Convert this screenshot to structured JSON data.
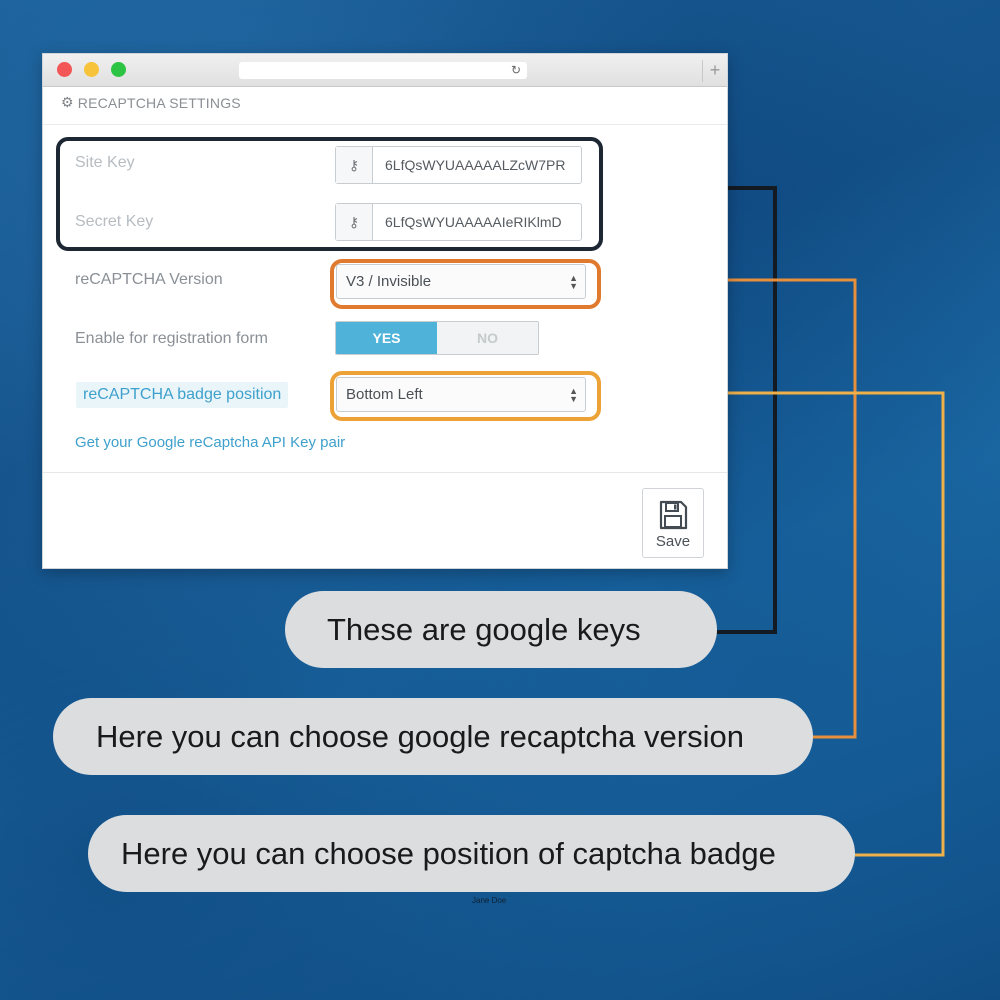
{
  "browser": {
    "reload_icon": "reload-icon",
    "new_tab_icon": "plus-icon",
    "new_tab_label": "+"
  },
  "panel": {
    "title": "RECAPTCHA SETTINGS",
    "title_icon": "gears-icon"
  },
  "fields": {
    "site_key": {
      "label": "Site Key",
      "value": "6LfQsWYUAAAAALZcW7PR",
      "icon": "key-icon"
    },
    "secret_key": {
      "label": "Secret Key",
      "value": "6LfQsWYUAAAAAIeRIKlmD",
      "icon": "key-icon"
    },
    "version": {
      "label": "reCAPTCHA Version",
      "selected": "V3 / Invisible"
    },
    "registration": {
      "label": "Enable for registration form",
      "yes": "YES",
      "no": "NO",
      "selected": "YES"
    },
    "badge_position": {
      "label": "reCAPTCHA badge position",
      "selected": "Bottom Left"
    }
  },
  "api_link": "Get your Google reCaptcha API Key pair",
  "save": {
    "label": "Save",
    "icon": "floppy-disk-icon"
  },
  "callouts": {
    "keys": "These are google keys",
    "version": "Here you can choose google recaptcha version",
    "badge": "Here you can choose position of captcha badge"
  },
  "author": "Jane Doe",
  "colors": {
    "background": "#14528a",
    "keys_highlight": "#1d2733",
    "version_highlight": "#e07a2f",
    "badge_highlight": "#eca236",
    "toggle_active": "#4fb3d9",
    "link": "#3ea0cc",
    "callout_bg": "#dcdddf"
  }
}
